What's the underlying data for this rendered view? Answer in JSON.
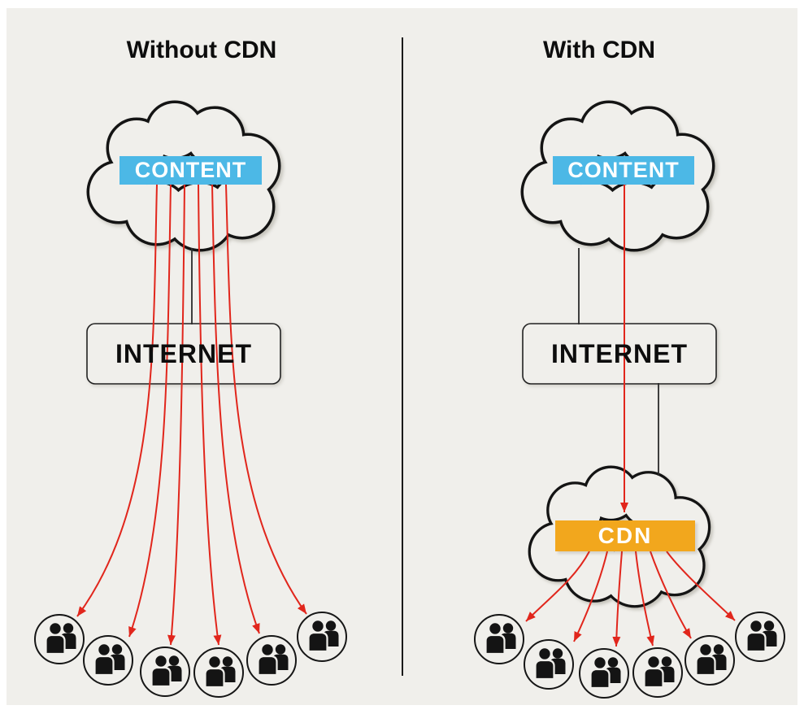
{
  "colors": {
    "page": "#ffffff",
    "panel": "#f0efeb",
    "ink": "#141414",
    "red": "#e1261c",
    "blue": "#4cb8e6",
    "orange": "#f2a71d"
  },
  "left_panel": {
    "title": "Without CDN",
    "content_label": "CONTENT",
    "internet_label": "INTERNET",
    "user_groups": 6
  },
  "right_panel": {
    "title": "With CDN",
    "content_label": "CONTENT",
    "internet_label": "INTERNET",
    "cdn_label": "CDN",
    "user_groups": 6
  }
}
